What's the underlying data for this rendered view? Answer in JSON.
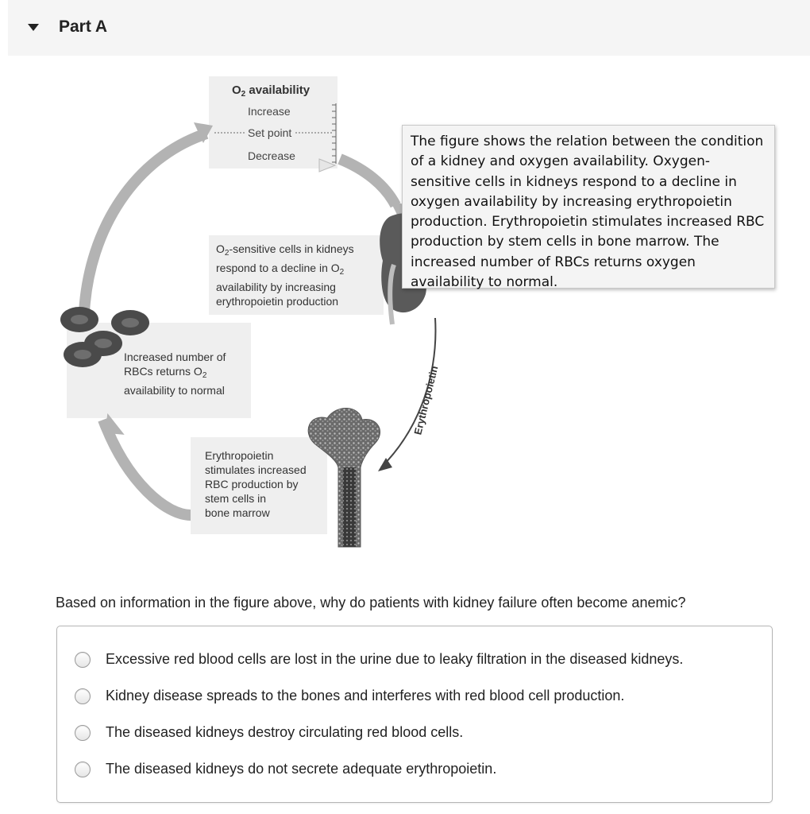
{
  "part": {
    "title": "Part A"
  },
  "figure": {
    "o2_title_prefix": "O",
    "o2_title_sub": "2",
    "o2_title_suffix": " availability",
    "gauge": {
      "increase": "Increase",
      "set_point": "Set point",
      "decrease": "Decrease"
    },
    "kidney_box": {
      "line1_prefix": "O",
      "line1_sub": "2",
      "line1_suffix": "-sensitive cells in kidneys",
      "line2_prefix": "respond to a decline in O",
      "line2_sub": "2",
      "line3": "availability by increasing",
      "line4": "erythropoietin production"
    },
    "rbc_box": {
      "line1": "Increased number of",
      "line2_prefix": "RBCs returns O",
      "line2_sub": "2",
      "line3": "availability to normal"
    },
    "marrow_box": {
      "line1": "Erythropoietin",
      "line2": "stimulates increased",
      "line3": "RBC production by",
      "line4": "stem cells in",
      "line5": "bone marrow"
    },
    "hormone_label": "Erythropoietin"
  },
  "tooltip": {
    "text": "The figure shows the relation between the condition of a kidney and oxygen availability. Oxygen-sensitive cells in kidneys respond to a decline in oxygen availability by increasing erythropoietin production. Erythropoietin stimulates increased RBC production by stem cells in bone marrow. The increased number of RBCs returns oxygen availability to normal."
  },
  "question": {
    "text": "Based on information in the figure above, why do patients with kidney failure often become anemic?"
  },
  "options": [
    {
      "label": "Excessive red blood cells are lost in the urine due to leaky filtration in the diseased kidneys."
    },
    {
      "label": "Kidney disease spreads to the bones and interferes with red blood cell production."
    },
    {
      "label": "The diseased kidneys destroy circulating red blood cells."
    },
    {
      "label": "The diseased kidneys do not secrete adequate erythropoietin."
    }
  ]
}
